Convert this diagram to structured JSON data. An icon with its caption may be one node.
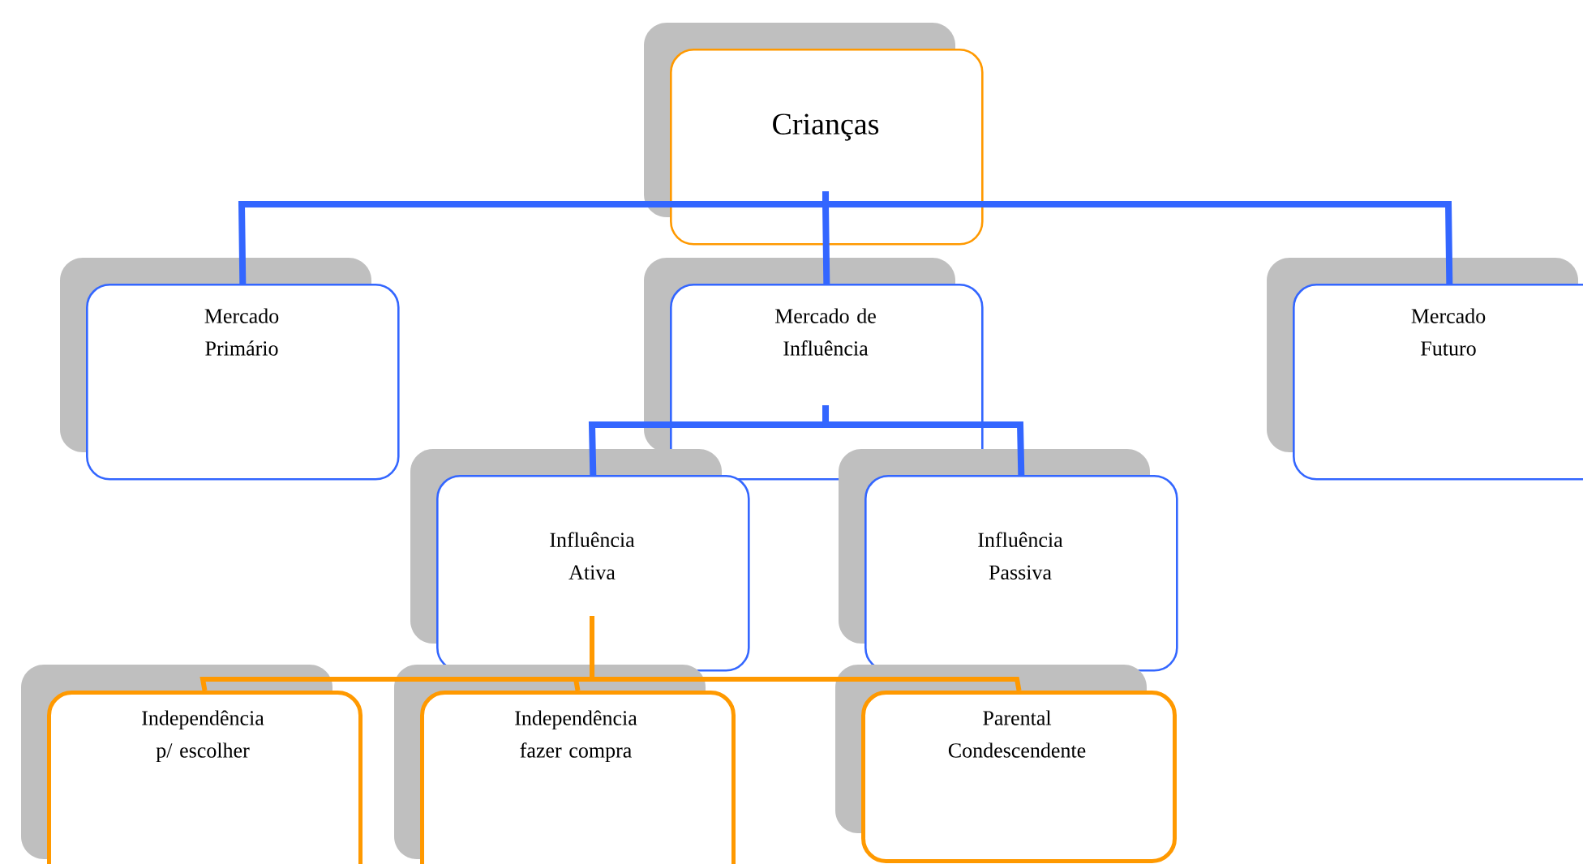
{
  "diagram": {
    "nodes": [
      {
        "text": [
          "Crianças"
        ]
      },
      {
        "text": [
          "Mercado Primário"
        ]
      },
      {
        "text": [
          "Mercado de Influência"
        ]
      },
      {
        "text": [
          "Mercado Futuro"
        ]
      },
      {
        "text": [
          "Influência Ativa"
        ]
      },
      {
        "text": [
          "Influência Passiva"
        ]
      },
      {
        "text": [
          "Independência p/ escolher"
        ]
      },
      {
        "text": [
          "Independência fazer compra"
        ]
      },
      {
        "text": [
          "Parental Condescendente"
        ]
      }
    ],
    "edges": [
      {
        "from": 0,
        "to": 1,
        "arrow": "none",
        "color": "#3366ff"
      },
      {
        "from": 0,
        "to": 2,
        "arrow": "none",
        "color": "#3366ff"
      },
      {
        "from": 0,
        "to": 3,
        "arrow": "none",
        "color": "#3366ff"
      },
      {
        "from": 2,
        "to": 4,
        "arrow": "none",
        "color": "#3366ff"
      },
      {
        "from": 2,
        "to": 5,
        "arrow": "none",
        "color": "#3366ff"
      },
      {
        "from": 4,
        "to": 6,
        "arrow": "none",
        "color": "#ff9900"
      },
      {
        "from": 4,
        "to": 7,
        "arrow": "none",
        "color": "#ff9900"
      },
      {
        "from": 4,
        "to": 8,
        "arrow": "none",
        "color": "#ff9900"
      }
    ]
  }
}
